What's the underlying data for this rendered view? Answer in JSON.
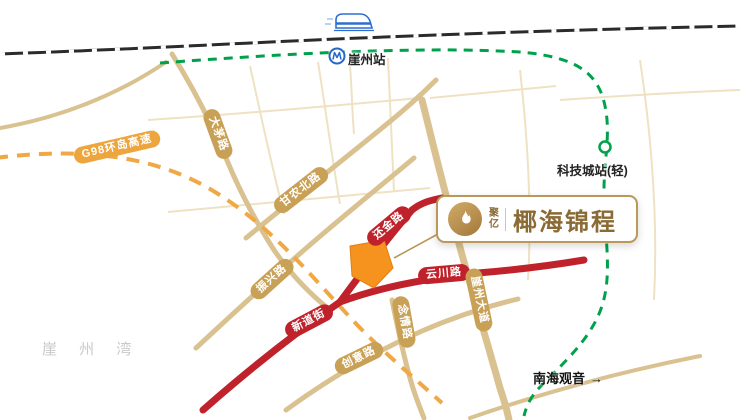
{
  "colors": {
    "road_tan": "#c9a156",
    "road_red": "#c0222c",
    "expressway_gold": "#eda63e",
    "light_rail_green": "#00a14b",
    "railway_black": "#2b2b2b",
    "plot_orange": "#f6921e",
    "brand_gold": "#8a6a35",
    "brand_border": "#b9985a"
  },
  "railway": {
    "station": "崖州站"
  },
  "light_rail": {
    "station": "科技城站(轻)"
  },
  "roads": {
    "g98": {
      "label": "G98环岛高速"
    },
    "damao": {
      "label": "大茅路"
    },
    "gannong": {
      "label": "甘农北路"
    },
    "zhenxing": {
      "label": "振兴路"
    },
    "huanjin": {
      "label": "还金路"
    },
    "xindao": {
      "label": "新道街"
    },
    "yunchuan": {
      "label": "云川路"
    },
    "nianqing": {
      "label": "念情路"
    },
    "chuangyi": {
      "label": "创意路"
    },
    "yazhou_avenue": {
      "label": "崖州大道"
    }
  },
  "landmarks": {
    "bay": "崖 州 湾",
    "guanyin": "南海观音",
    "guanyin_arrow": "→"
  },
  "brand": {
    "prefix_top": "聚",
    "prefix_bottom": "亿",
    "name": "椰海锦程"
  }
}
